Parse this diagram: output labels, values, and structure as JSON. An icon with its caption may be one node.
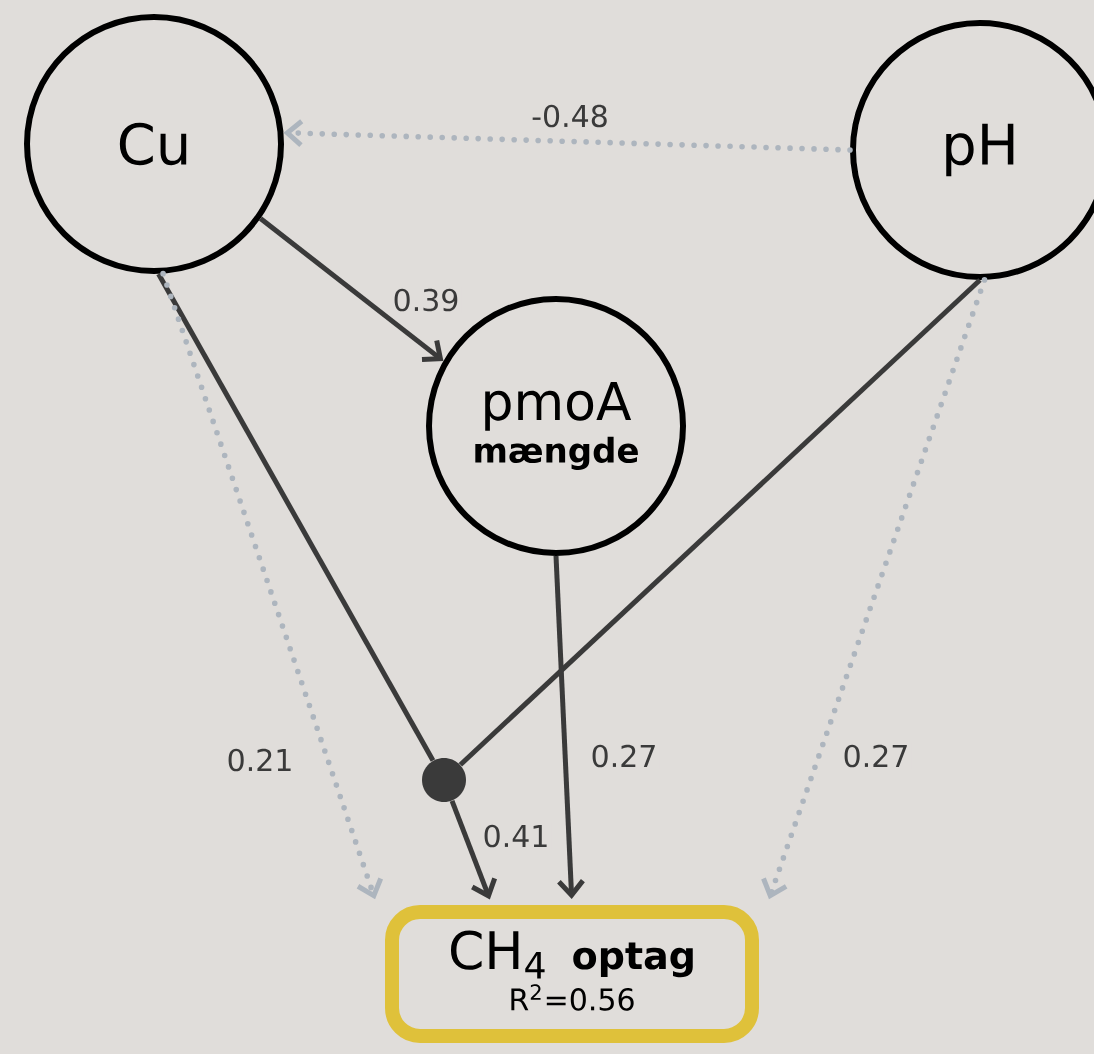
{
  "diagram": {
    "nodes": [
      {
        "text": [
          "Cu"
        ]
      },
      {
        "text": [
          "pmoA",
          "mængde"
        ]
      },
      {
        "text": [
          "pH"
        ]
      },
      {
        "text": [],
        "shape": "circle"
      },
      {
        "text": [
          "CH$_{4}$",
          "optag",
          "R$^{2}$=0.56"
        ]
      }
    ],
    "edges": [
      {
        "from": 2,
        "to": 0,
        "arrow": "to",
        "label": "-0.48",
        "style": "dashed",
        "color": "#adb5be"
      },
      {
        "from": 0,
        "to": 1,
        "arrow": "to",
        "label": "0.39"
      },
      {
        "from": 0,
        "to": 3,
        "arrow": "none"
      },
      {
        "from": 2,
        "to": 3,
        "arrow": "none"
      },
      {
        "from": 3,
        "to": 4,
        "arrow": "to",
        "label": "0.41"
      },
      {
        "from": 1,
        "to": 4,
        "arrow": "to",
        "label": "0.27"
      },
      {
        "from": 0,
        "to": 4,
        "arrow": "to",
        "label": "0.21",
        "style": "dashed",
        "color": "#adb5be"
      },
      {
        "from": 2,
        "to": 4,
        "arrow": "to",
        "label": "0.27",
        "style": "dashed",
        "color": "#adb5be"
      }
    ]
  }
}
